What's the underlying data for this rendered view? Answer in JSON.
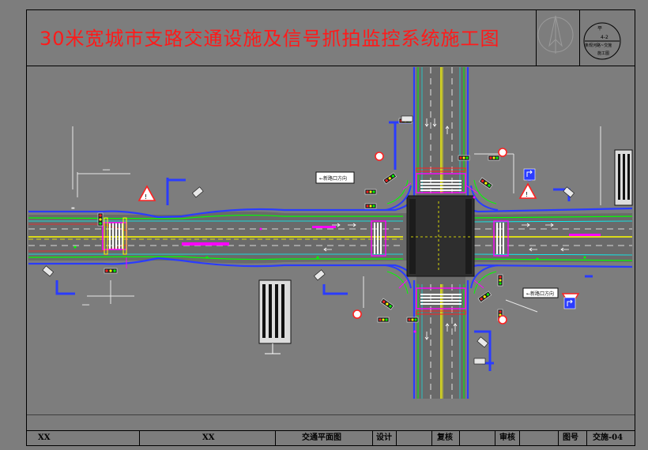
{
  "title": "30米宽城市支路交通设施及信号抓拍监控系统施工图",
  "stamp": {
    "top": "平",
    "mid": "4-2",
    "line1": "条规河路~交施",
    "line2": "施工图"
  },
  "title_block": {
    "cell1": "XX",
    "cell2": "XX",
    "drawing_name": "交通平面图",
    "design_label": "设计",
    "review_label": "复核",
    "audit_label": "审核",
    "drawing_no_label": "图号",
    "drawing_no": "交施-04"
  },
  "colors": {
    "background": "#7d7d7d",
    "title_red": "#ff1a1a",
    "road_edge_blue": "#2a3cff",
    "lane_yellow": "#ffff00",
    "lane_green": "#00ff00",
    "cyan": "#00ffff",
    "magenta": "#ff00ff",
    "red": "#ff2020",
    "white": "#ffffff"
  }
}
